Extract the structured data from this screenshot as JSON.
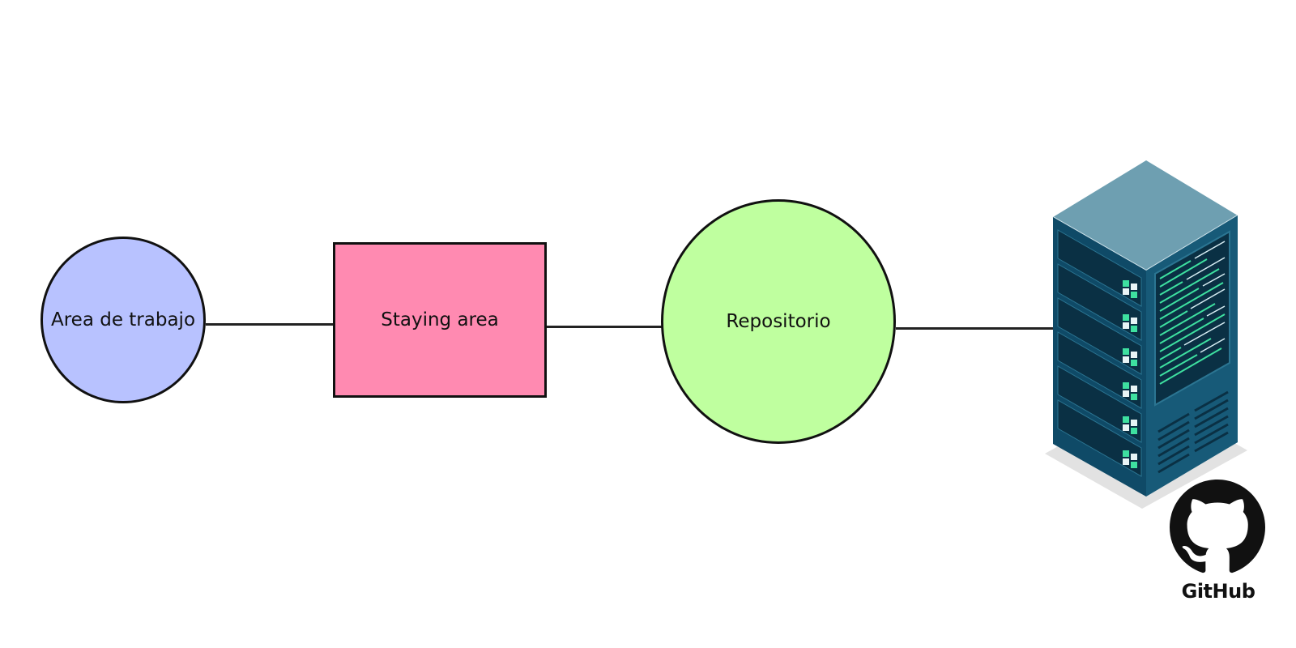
{
  "nodes": {
    "work_area": {
      "label": "Area de trabajo",
      "fill": "#b8c2ff",
      "shape": "circle"
    },
    "staging_area": {
      "label": "Staying area",
      "fill": "#ff8ab1",
      "shape": "rectangle"
    },
    "repository": {
      "label": "Repositorio",
      "fill": "#bfff9f",
      "shape": "circle"
    }
  },
  "remote": {
    "icon": "server-rack-icon",
    "logo_icon": "github-octocat-icon",
    "logo_label": "GitHub"
  },
  "colors": {
    "outline": "#111111",
    "connector": "#222222",
    "server_top": "#6e9fb1",
    "server_body": "#0f4a67",
    "server_accent": "#3ee0a0"
  }
}
